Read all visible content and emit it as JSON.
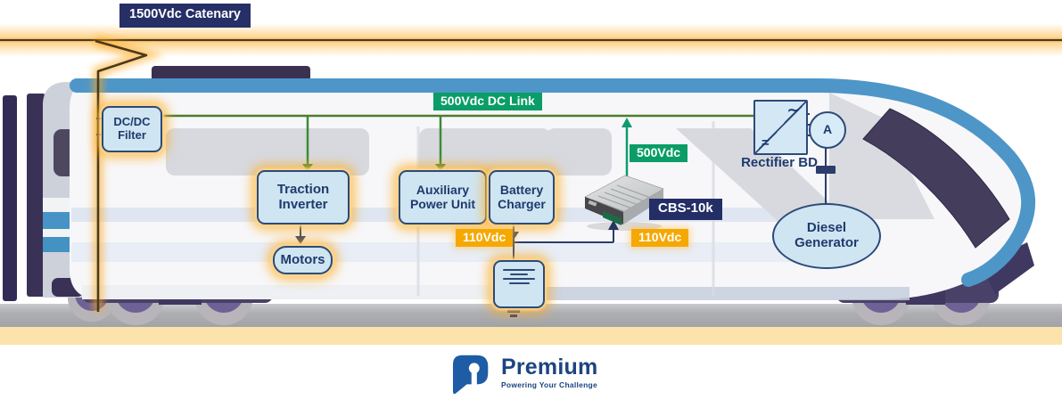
{
  "title": "Train power architecture diagram",
  "catenary": {
    "label": "1500Vdc Catenary"
  },
  "dc_link": {
    "label": "500Vdc DC Link"
  },
  "components": {
    "dcdc_filter": {
      "label": "DC/DC Filter"
    },
    "traction_inverter": {
      "label": "Traction Inverter"
    },
    "motors": {
      "label": "Motors"
    },
    "aux_power_unit": {
      "label": "Auxiliary Power Unit"
    },
    "battery_charger": {
      "label": "Battery Charger"
    },
    "converter": {
      "label": "CBS-10k"
    },
    "rectifier": {
      "label": "Rectifier BD",
      "ac_symbol": "∼",
      "dc_symbol": "="
    },
    "alternator": {
      "label": "A"
    },
    "diesel_generator": {
      "label": "Diesel Generator"
    }
  },
  "voltage_tags": {
    "converter_input": "500Vdc",
    "battery_bus_left": "110Vdc",
    "battery_bus_right": "110Vdc"
  },
  "logo": {
    "brand": "Premium",
    "tagline": "Powering Your Challenge"
  },
  "colors": {
    "navy_chip": "#262f66",
    "green_chip": "#0a9d68",
    "orange_chip": "#f6a802",
    "box_fill": "#cfe5f1",
    "box_border": "#2c4a79",
    "box_text": "#1e3a6e",
    "glow": "#ffb020",
    "train_blue": "#4e96c8",
    "windshield": "#453d5c",
    "wire_green": "#4e7d2d",
    "wire_teal_green": "#12996e",
    "wire_navy": "#2c3d6b",
    "catenary_wire": "#4a3a1c",
    "ground_grey": "#aeafb3",
    "ground_yellow": "#fbe3ab",
    "logo_blue": "#1e5ca6"
  }
}
